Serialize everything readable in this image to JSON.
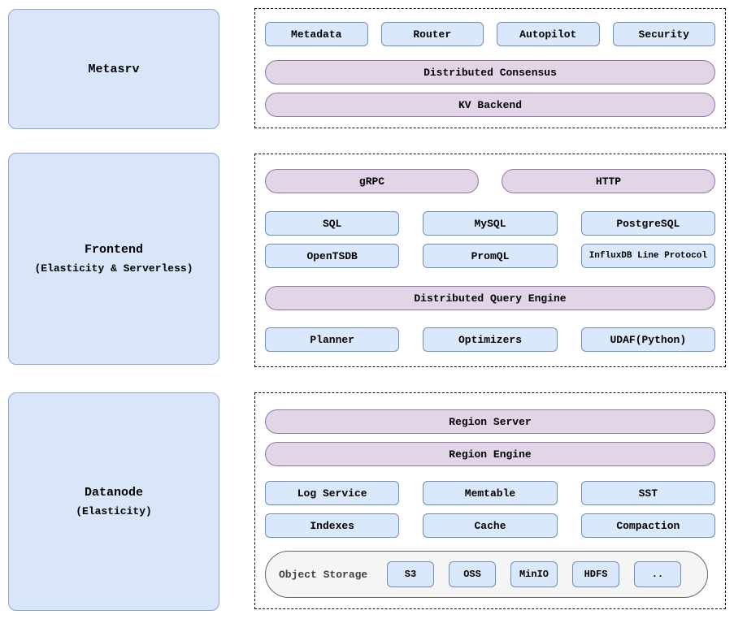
{
  "colors": {
    "node_fill": "#dae8fc",
    "node_border": "#6c8ebf",
    "pill_fill": "#e1d5e7",
    "pill_border": "#9673a6",
    "section_fill": "#d9e5f8",
    "section_border": "#8ca7d2",
    "storage_fill": "#f5f5f5",
    "storage_border": "#666666"
  },
  "metasrv": {
    "label": "Metasrv",
    "services": [
      "Metadata",
      "Router",
      "Autopilot",
      "Security"
    ],
    "consensus_pill": "Distributed Consensus",
    "kv_pill": "KV Backend"
  },
  "frontend": {
    "label": "Frontend",
    "sublabel": "(Elasticity & Serverless)",
    "transport_pills": [
      "gRPC",
      "HTTP"
    ],
    "protocols_row1": [
      "SQL",
      "MySQL",
      "PostgreSQL"
    ],
    "protocols_row2": [
      "OpenTSDB",
      "PromQL",
      "InfluxDB Line Protocol"
    ],
    "engine_pill": "Distributed Query Engine",
    "engine_components": [
      "Planner",
      "Optimizers",
      "UDAF(Python)"
    ]
  },
  "datanode": {
    "label": "Datanode",
    "sublabel": "(Elasticity)",
    "server_pill": "Region Server",
    "engine_pill": "Region Engine",
    "components_row1": [
      "Log Service",
      "Memtable",
      "SST"
    ],
    "components_row2": [
      "Indexes",
      "Cache",
      "Compaction"
    ],
    "object_storage": {
      "label": "Object Storage",
      "backends": [
        "S3",
        "OSS",
        "MinIO",
        "HDFS",
        ".."
      ]
    }
  }
}
